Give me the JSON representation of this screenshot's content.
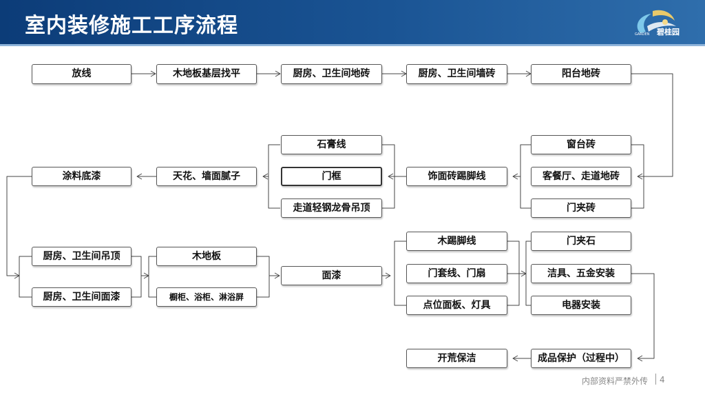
{
  "slide": {
    "title": "室内装修施工工序流程",
    "logo_text": "碧桂园",
    "logo_sub": "GARDEN",
    "footer": "内部资料严禁外传",
    "page_number": "4"
  },
  "steps": {
    "s1": "放线",
    "s2": "木地板基层找平",
    "s3": "厨房、卫生间地砖",
    "s4": "厨房、卫生间墙砖",
    "s5": "阳台地砖",
    "s6": "窗台砖",
    "s7": "客餐厅、走道地砖",
    "s8": "门夹砖",
    "s9": "饰面砖踢脚线",
    "s10": "石膏线",
    "s11": "门框",
    "s12": "走道轻钢龙骨吊顶",
    "s13": "天花、墙面腻子",
    "s14": "涂料底漆",
    "s15": "厨房、卫生间吊顶",
    "s16": "厨房、卫生间面漆",
    "s17": "木地板",
    "s18": "橱柜、浴柜、淋浴屏",
    "s19": "面漆",
    "s20": "木踢脚线",
    "s21": "门套线、门扇",
    "s22": "点位面板、灯具",
    "s23": "门夹石",
    "s24": "洁具、五金安装",
    "s25": "电器安装",
    "s26": "成品保护（过程中）",
    "s27": "开荒保洁"
  }
}
